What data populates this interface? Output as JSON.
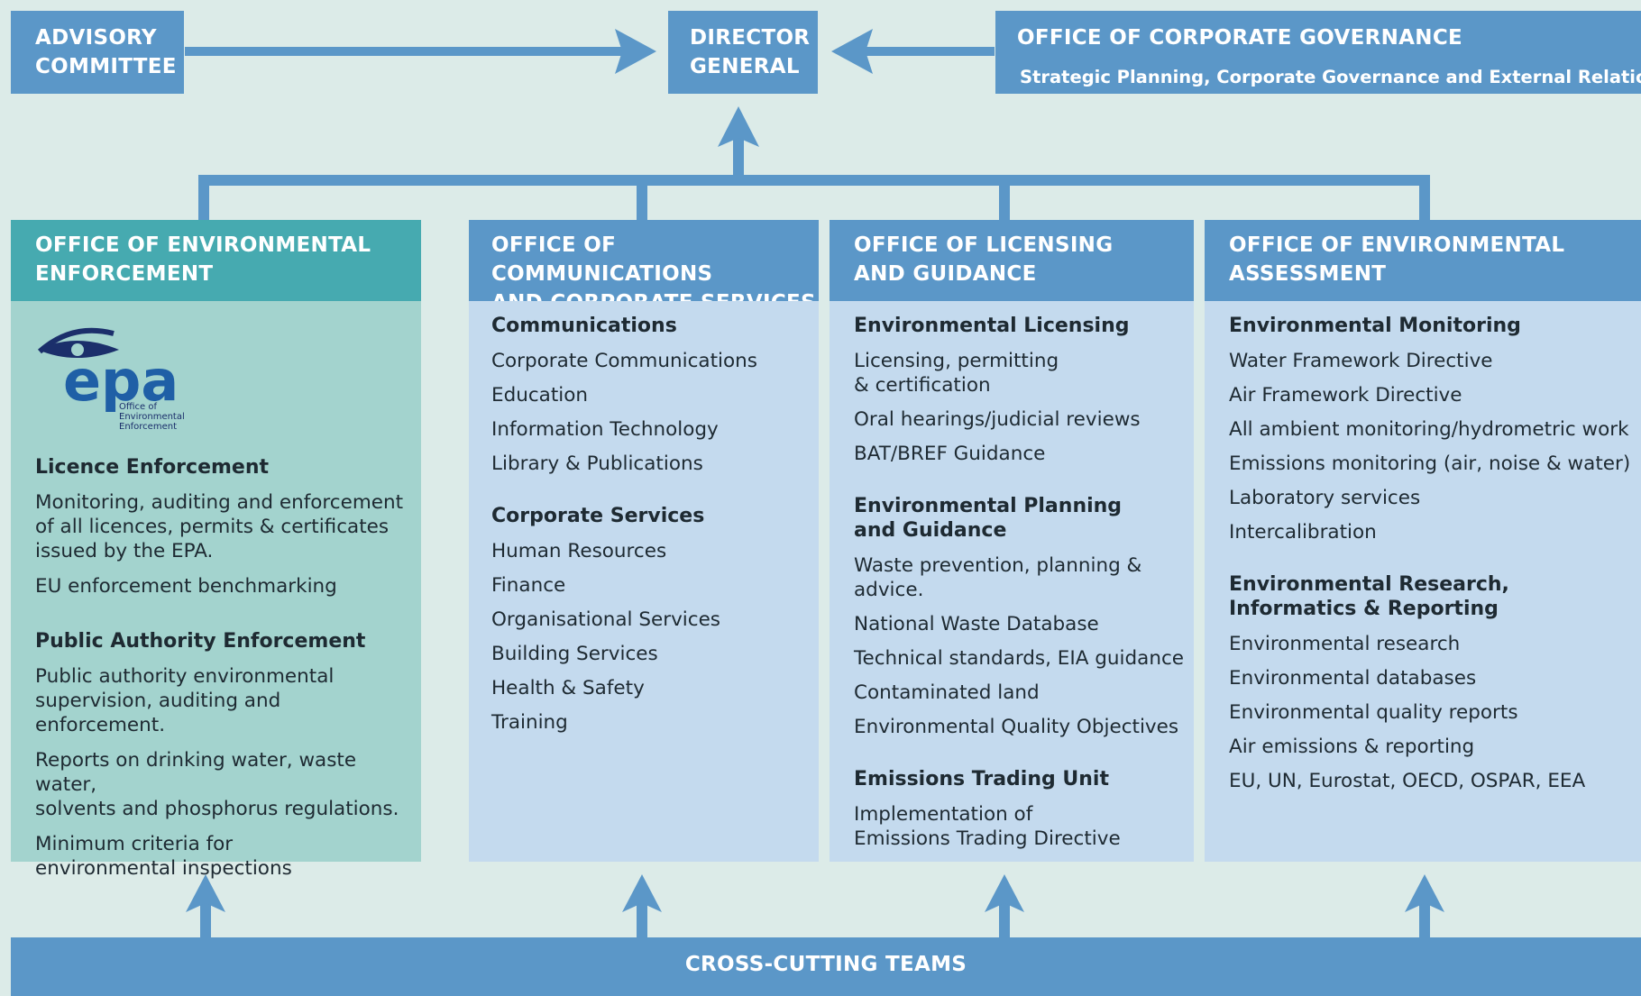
{
  "top": {
    "advisory": "ADVISORY\nCOMMITTEE",
    "director": "DIRECTOR\nGENERAL",
    "governance_title": "OFFICE OF CORPORATE GOVERNANCE",
    "governance_sub": "Strategic Planning, Corporate Governance and External Relations"
  },
  "columns": [
    {
      "title": "OFFICE OF ENVIRONMENTAL\nENFORCEMENT",
      "logo": {
        "name": "epa",
        "sub": "Office of\nEnvironmental\nEnforcement"
      },
      "sections": [
        {
          "heading": "Licence Enforcement",
          "items": [
            "Monitoring, auditing and enforcement\nof all licences, permits & certificates\nissued by the EPA.",
            "EU enforcement benchmarking"
          ]
        },
        {
          "heading": "Public Authority Enforcement",
          "items": [
            "Public authority environmental\nsupervision, auditing and enforcement.",
            "Reports on drinking water, waste water,\nsolvents and phosphorus regulations.",
            "Minimum criteria for\nenvironmental inspections"
          ]
        }
      ]
    },
    {
      "title": "OFFICE OF COMMUNICATIONS\nAND CORPORATE SERVICES",
      "sections": [
        {
          "heading": "Communications",
          "items": [
            "Corporate Communications",
            "Education",
            "Information Technology",
            "Library & Publications"
          ]
        },
        {
          "heading": "Corporate Services",
          "items": [
            "Human Resources",
            "Finance",
            "Organisational Services",
            "Building Services",
            "Health & Safety",
            "Training"
          ]
        }
      ]
    },
    {
      "title": "OFFICE OF LICENSING\nAND GUIDANCE",
      "sections": [
        {
          "heading": "Environmental Licensing",
          "items": [
            "Licensing, permitting\n& certification",
            "Oral hearings/judicial reviews",
            "BAT/BREF Guidance"
          ]
        },
        {
          "heading": "Environmental Planning\nand Guidance",
          "items": [
            "Waste prevention, planning & advice.",
            "National Waste Database",
            "Technical standards, EIA guidance",
            "Contaminated land",
            "Environmental Quality Objectives"
          ]
        },
        {
          "heading": "Emissions Trading Unit",
          "items": [
            "Implementation of\nEmissions Trading Directive"
          ]
        }
      ]
    },
    {
      "title": "OFFICE OF ENVIRONMENTAL\nASSESSMENT",
      "sections": [
        {
          "heading": "Environmental Monitoring",
          "items": [
            "Water Framework Directive",
            "Air Framework Directive",
            "All ambient monitoring/hydrometric work",
            "Emissions monitoring (air, noise & water)",
            "Laboratory services",
            "Intercalibration"
          ]
        },
        {
          "heading": "Environmental Research,\nInformatics & Reporting",
          "items": [
            "Environmental research",
            "Environmental databases",
            "Environmental quality reports",
            "Air emissions & reporting",
            "EU, UN, Eurostat, OECD, OSPAR, EEA"
          ]
        }
      ]
    }
  ],
  "bottom": "CROSS-CUTTING TEAMS",
  "colors": {
    "background": "#dcebe8",
    "blue": "#5b97c8",
    "teal_header": "#46aab0",
    "teal_body": "#a3d3ce",
    "blue_body": "#c4daee"
  }
}
